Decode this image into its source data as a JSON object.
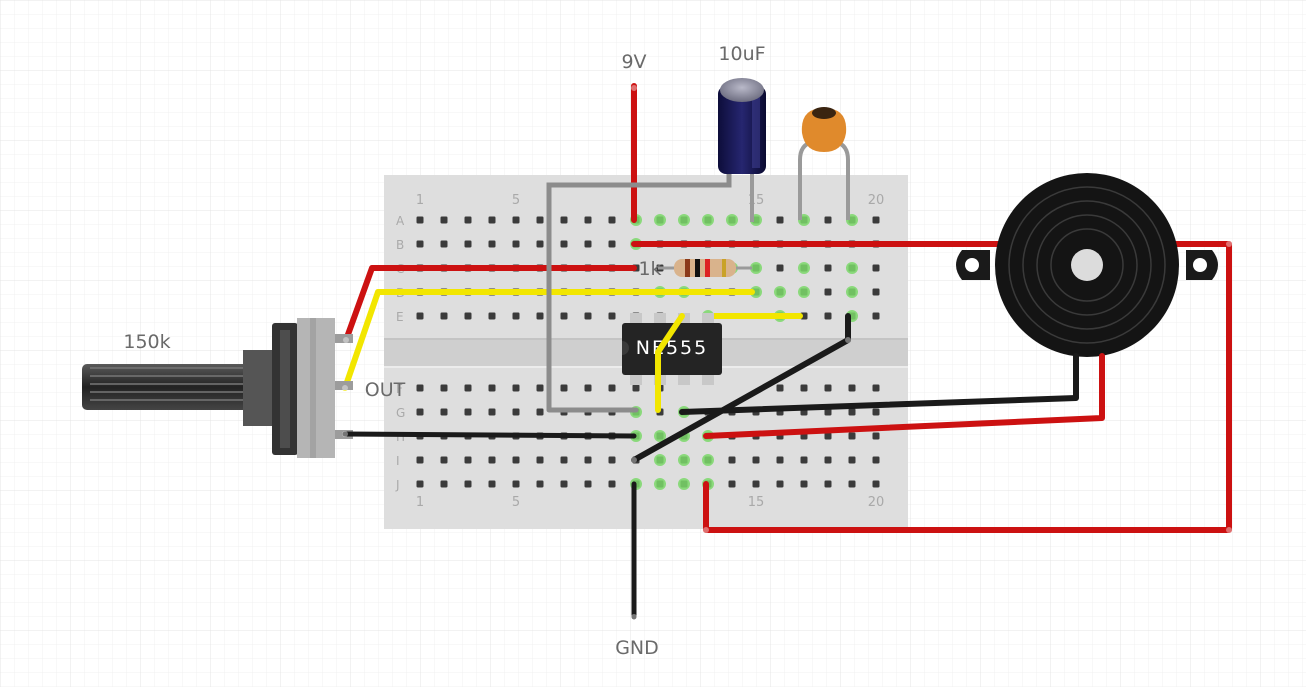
{
  "labels": {
    "supply": "9V",
    "capacitor": "10uF",
    "resistor": "1k",
    "potentiometer": "150k",
    "output": "OUT",
    "ground": "GND",
    "chip": "NE555"
  },
  "breadboard": {
    "columns": 20,
    "top_rows": [
      "A",
      "B",
      "C",
      "D",
      "E"
    ],
    "bottom_rows": [
      "F",
      "G",
      "H",
      "I",
      "J"
    ],
    "column_markers": [
      "1",
      "5",
      "15",
      "20"
    ]
  },
  "colors": {
    "background": "#ffffff",
    "grid": "#eeeeee",
    "breadboard": "#dcdcdc",
    "wire_red": "#cc1111",
    "wire_yellow": "#f2e600",
    "wire_black": "#1a1a1a",
    "wire_gray": "#8c8c8c",
    "connected_pin": "#7bd86a"
  }
}
